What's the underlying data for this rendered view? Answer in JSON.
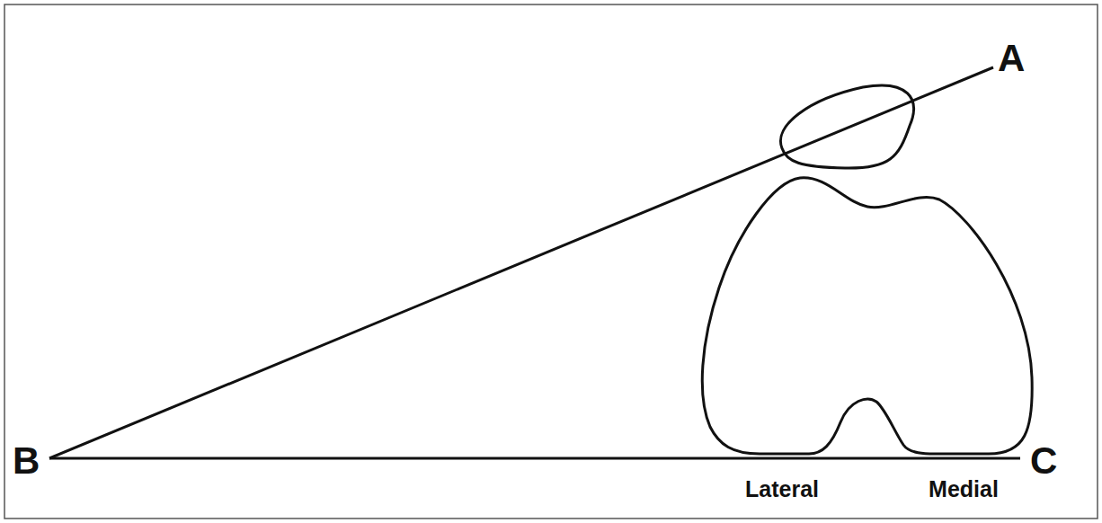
{
  "diagram": {
    "labels": [
      "A",
      "B",
      "C",
      "Lateral",
      "Medial"
    ]
  }
}
